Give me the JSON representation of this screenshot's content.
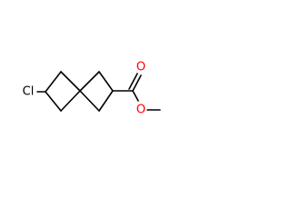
{
  "molecule": {
    "atoms": [
      {
        "id": "cl",
        "label": "Cl",
        "color": "#000000"
      },
      {
        "id": "o_carbonyl",
        "label": "O",
        "color": "#ff0000"
      },
      {
        "id": "o_ester",
        "label": "O",
        "color": "#ff0000"
      }
    ]
  }
}
